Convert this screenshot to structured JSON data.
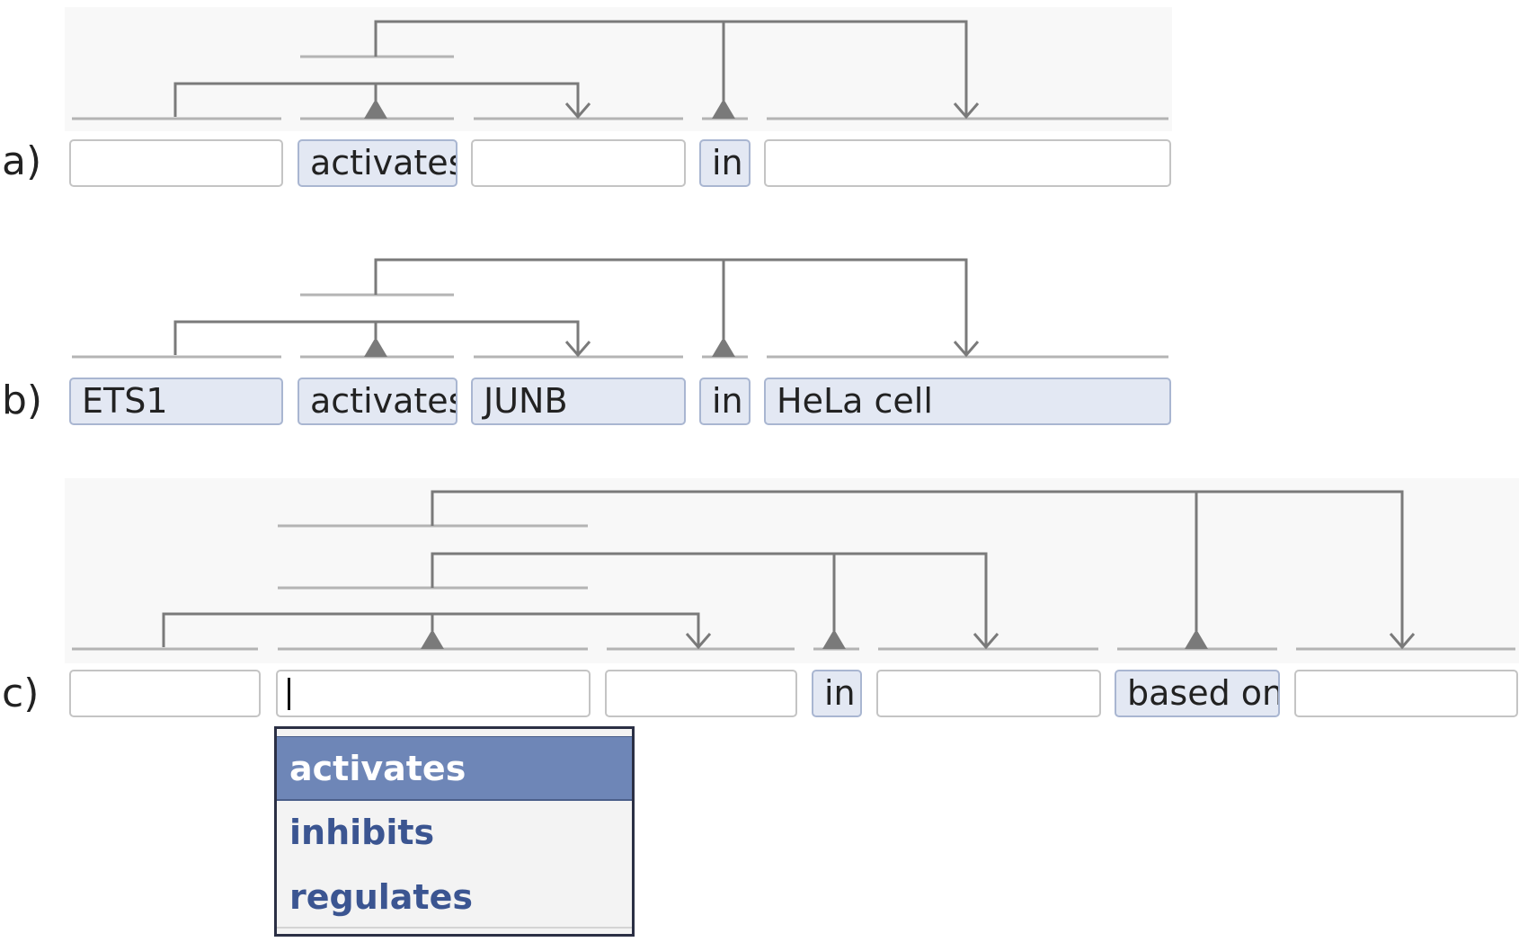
{
  "rows": {
    "a": {
      "label": "a)",
      "slots": [
        "",
        "activates",
        "",
        "in",
        ""
      ]
    },
    "b": {
      "label": "b)",
      "slots": [
        "ETS1",
        "activates",
        "JUNB",
        "in",
        "HeLa cell"
      ]
    },
    "c": {
      "label": "c)",
      "slots": [
        "",
        "",
        "",
        "in",
        "",
        "based on",
        ""
      ]
    }
  },
  "dropdown": {
    "options": [
      "activates",
      "inhibits",
      "regulates"
    ],
    "selected": "activates"
  },
  "colors": {
    "panel_background": "#f8f8f8",
    "tree_line": "#7a7a7a",
    "baseline": "#b4b4b4",
    "filled_box": "#e3e8f3",
    "dropdown_selected": "#6e86b7",
    "dropdown_text": "#3b5591"
  }
}
